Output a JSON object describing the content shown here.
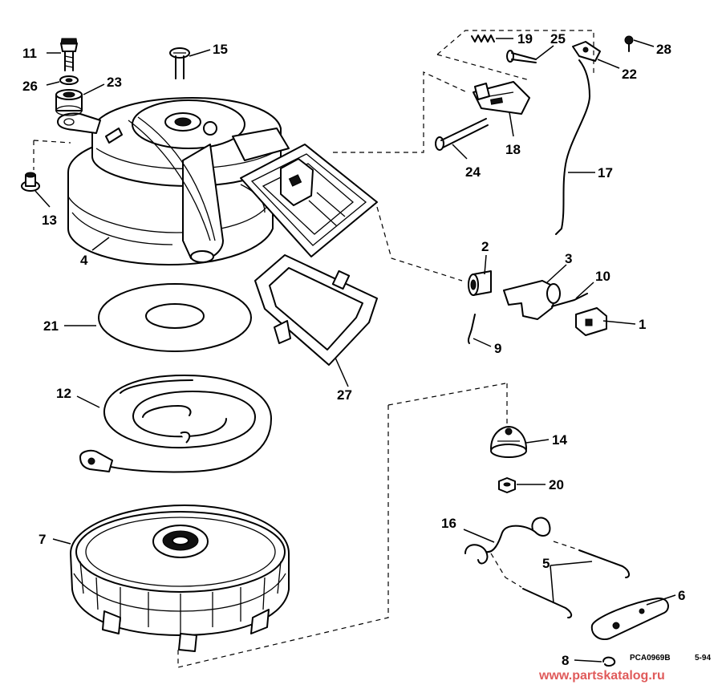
{
  "diagram": {
    "callouts": [
      {
        "id": "c11",
        "label": "11"
      },
      {
        "id": "c26",
        "label": "26"
      },
      {
        "id": "c23",
        "label": "23"
      },
      {
        "id": "c15",
        "label": "15"
      },
      {
        "id": "c13",
        "label": "13"
      },
      {
        "id": "c4",
        "label": "4"
      },
      {
        "id": "c19",
        "label": "19"
      },
      {
        "id": "c25",
        "label": "25"
      },
      {
        "id": "c28",
        "label": "28"
      },
      {
        "id": "c22",
        "label": "22"
      },
      {
        "id": "c18",
        "label": "18"
      },
      {
        "id": "c24",
        "label": "24"
      },
      {
        "id": "c17",
        "label": "17"
      },
      {
        "id": "c2",
        "label": "2"
      },
      {
        "id": "c3",
        "label": "3"
      },
      {
        "id": "c10",
        "label": "10"
      },
      {
        "id": "c1",
        "label": "1"
      },
      {
        "id": "c9",
        "label": "9"
      },
      {
        "id": "c21",
        "label": "21"
      },
      {
        "id": "c27",
        "label": "27"
      },
      {
        "id": "c12",
        "label": "12"
      },
      {
        "id": "c14",
        "label": "14"
      },
      {
        "id": "c20",
        "label": "20"
      },
      {
        "id": "c7",
        "label": "7"
      },
      {
        "id": "c16",
        "label": "16"
      },
      {
        "id": "c5",
        "label": "5"
      },
      {
        "id": "c6",
        "label": "6"
      },
      {
        "id": "c8",
        "label": "8"
      }
    ],
    "drawing_code": "PCA0969B",
    "drawing_date": "5-94",
    "watermark": "www.partskatalog.ru"
  }
}
